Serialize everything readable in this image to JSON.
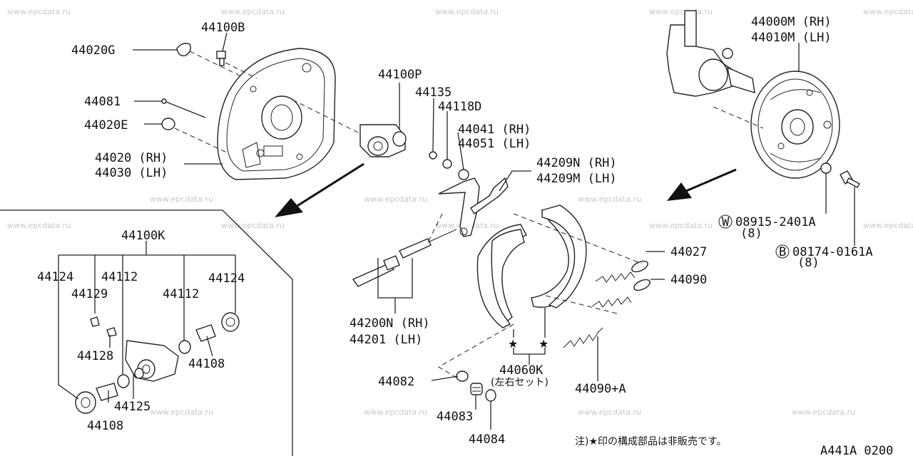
{
  "watermark": "www.epcdata.ru",
  "labels": {
    "p44100B": "44100B",
    "p44020G": "44020G",
    "p44081": "44081",
    "p44020E": "44020E",
    "p44020rh": "44020 (RH)",
    "p44030lh": "44030 (LH)",
    "p44100P": "44100P",
    "p44135": "44135",
    "p44118D": "44118D",
    "p44041rh": "44041 (RH)",
    "p44051lh": "44051 (LH)",
    "p44209N": "44209N (RH)",
    "p44209M": "44209M (LH)",
    "p44000M": "44000M (RH)",
    "p44010M": "44010M (LH)",
    "p08915": "08915-2401A",
    "p08915qty": "(8)",
    "p08915mark": "W",
    "p08174": "08174-0161A",
    "p08174qty": "(8)",
    "p08174mark": "B",
    "p44027": "44027",
    "p44090": "44090",
    "p44090A": "44090+A",
    "p44200N": "44200N (RH)",
    "p44201": "44201  (LH)",
    "p44082": "44082",
    "p44083": "44083",
    "p44084": "44084",
    "p44060K": "44060K",
    "p44060Ksub": "(左右セット)",
    "p44100K": "44100K",
    "p44124a": "44124",
    "p44112a": "44112",
    "p44129": "44129",
    "p44112b": "44112",
    "p44124b": "44124",
    "p44128": "44128",
    "p44108a": "44108",
    "p44125": "44125",
    "p44108b": "44108"
  },
  "note": "注)★印の構成部品は非販売です。",
  "diagram_code": "A441A 0200"
}
